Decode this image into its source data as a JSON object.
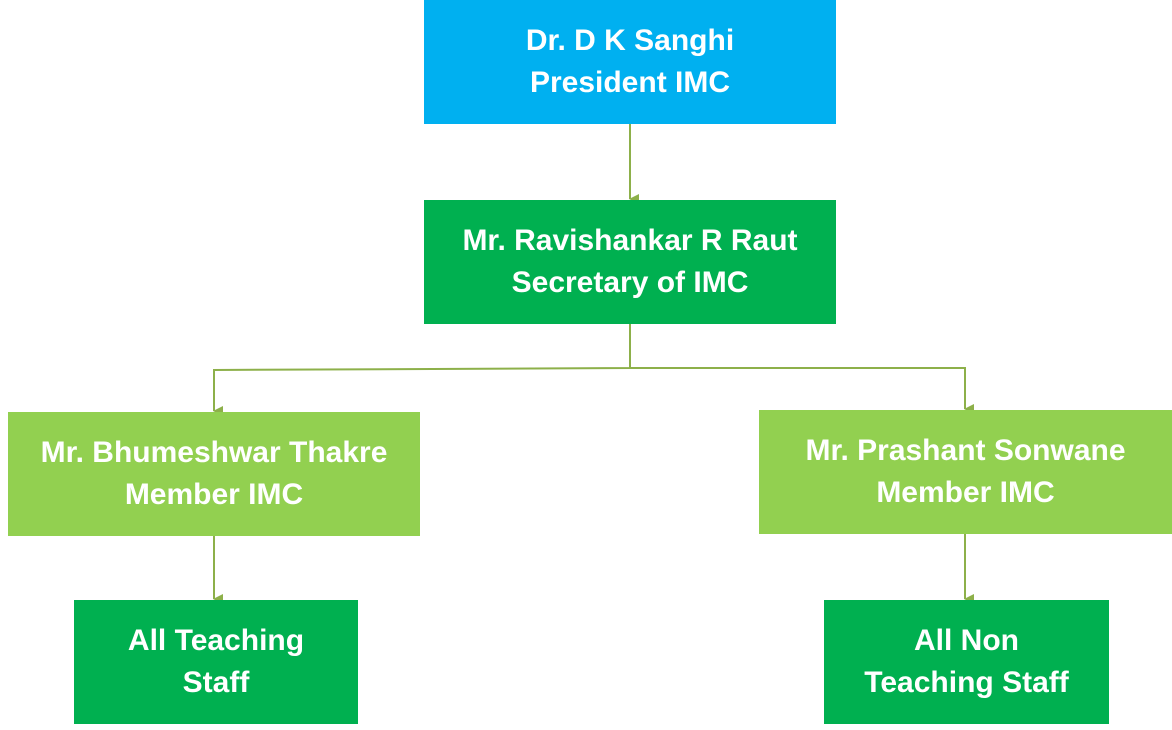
{
  "colors": {
    "president_fill": "#00b0f0",
    "secretary_fill": "#00b050",
    "member_fill": "#92d050",
    "staff_fill": "#00b050",
    "connector": "#8db04a"
  },
  "nodes": {
    "president": {
      "name": "Dr. D K Sanghi",
      "role": "President IMC"
    },
    "secretary": {
      "name": "Mr. Ravishankar R Raut",
      "role": "Secretary of IMC"
    },
    "member_left": {
      "name": "Mr. Bhumeshwar Thakre",
      "role": "Member IMC"
    },
    "member_right": {
      "name": "Mr. Prashant Sonwane",
      "role": "Member IMC"
    },
    "teaching_staff": {
      "line1": "All Teaching",
      "line2": "Staff"
    },
    "non_teaching_staff": {
      "line1": "All Non",
      "line2": "Teaching Staff"
    }
  }
}
